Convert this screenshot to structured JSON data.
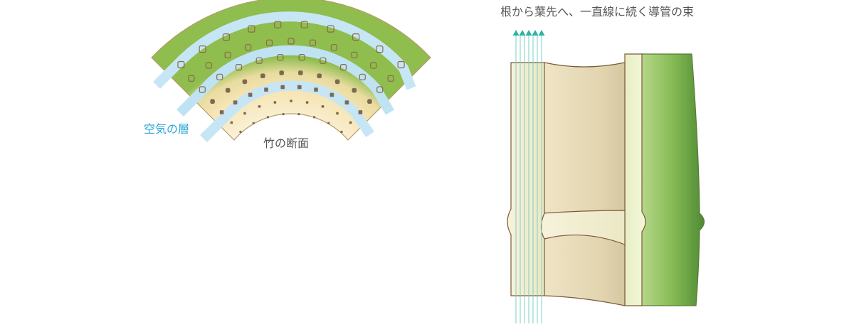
{
  "labels": {
    "air_layer": "空気の層",
    "bamboo_cross_section": "竹の断面",
    "vascular_bundles": "根から葉先へ、一直線に続く導管の束"
  },
  "colors": {
    "air_layer_text": "#2aa7d6",
    "caption_text": "#555555",
    "bamboo_outer_green": "#8cbf58",
    "bamboo_inner_cream": "#efe3c4",
    "air_layer_blue": "#bfe3f2",
    "vessel_arrow_teal": "#2bb3a3",
    "node_outline_brown": "#7a5a3a"
  },
  "icons": {
    "flow_arrows": "triangle-up-icon"
  }
}
